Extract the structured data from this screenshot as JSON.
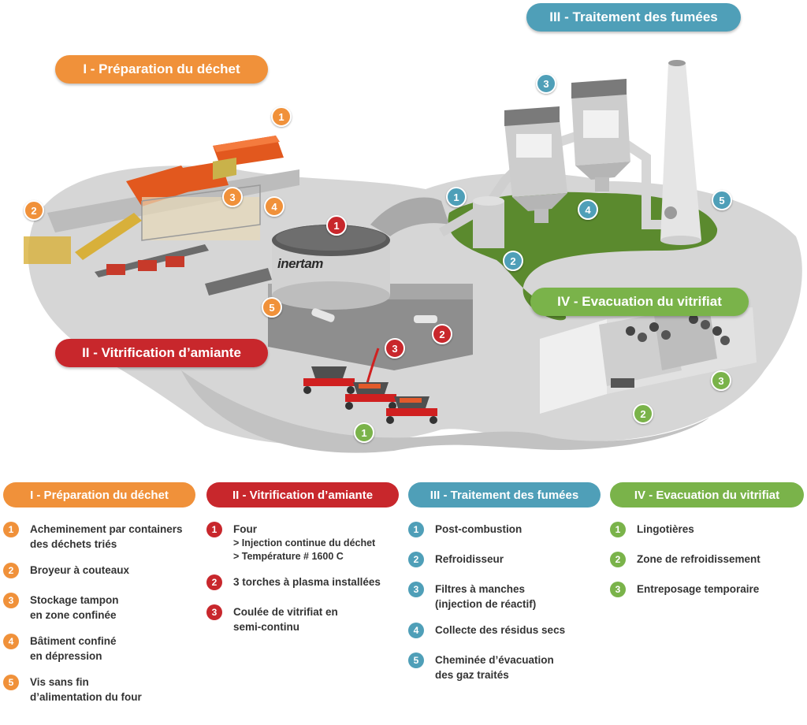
{
  "colors": {
    "orange": "#f0913a",
    "red": "#c8272c",
    "blue": "#4f9fb8",
    "green": "#7ab34a",
    "ground": "#d8d8d8",
    "grass": "#5b8a2e"
  },
  "scene": {
    "sections": {
      "prep": "I - Préparation du déchet",
      "vitri": "II - Vitrification d’amiante",
      "fumes": "III - Traitement des fumées",
      "evac": "IV - Evacuation du vitrifiat"
    },
    "logo": "inertam",
    "markers": {
      "prep": [
        "1",
        "2",
        "3",
        "4",
        "5"
      ],
      "vitri": [
        "1",
        "2",
        "3"
      ],
      "fumes": [
        "1",
        "2",
        "3",
        "4",
        "5"
      ],
      "evac": [
        "1",
        "2",
        "3"
      ]
    }
  },
  "legend": {
    "columns": [
      {
        "key": "prep",
        "title": "I - Préparation du déchet",
        "items": [
          {
            "num": "1",
            "lines": [
              "Acheminement par containers",
              "des déchets triés"
            ]
          },
          {
            "num": "2",
            "lines": [
              "Broyeur à couteaux"
            ]
          },
          {
            "num": "3",
            "lines": [
              "Stockage tampon",
              "en zone confinée"
            ]
          },
          {
            "num": "4",
            "lines": [
              "Bâtiment confiné",
              "en dépression"
            ]
          },
          {
            "num": "5",
            "lines": [
              "Vis sans fin",
              "d’alimentation du four"
            ]
          }
        ]
      },
      {
        "key": "vitri",
        "title": "II - Vitrification d’amiante",
        "items": [
          {
            "num": "1",
            "lines": [
              "Four"
            ],
            "sub": [
              "> Injection continue du déchet",
              "> Température # 1600 C"
            ]
          },
          {
            "num": "2",
            "lines": [
              "3 torches à plasma installées"
            ]
          },
          {
            "num": "3",
            "lines": [
              "Coulée de vitrifiat en",
              "semi-continu"
            ]
          }
        ]
      },
      {
        "key": "fumes",
        "title": "III - Traitement des fumées",
        "items": [
          {
            "num": "1",
            "lines": [
              "Post-combustion"
            ]
          },
          {
            "num": "2",
            "lines": [
              "Refroidisseur"
            ]
          },
          {
            "num": "3",
            "lines": [
              "Filtres à manches",
              "(injection de réactif)"
            ]
          },
          {
            "num": "4",
            "lines": [
              "Collecte des résidus secs"
            ]
          },
          {
            "num": "5",
            "lines": [
              "Cheminée d’évacuation",
              "des gaz traités"
            ]
          }
        ]
      },
      {
        "key": "evac",
        "title": "IV - Evacuation du vitrifiat",
        "items": [
          {
            "num": "1",
            "lines": [
              "Lingotières"
            ]
          },
          {
            "num": "2",
            "lines": [
              "Zone de refroidissement"
            ]
          },
          {
            "num": "3",
            "lines": [
              "Entreposage temporaire"
            ]
          }
        ]
      }
    ]
  }
}
